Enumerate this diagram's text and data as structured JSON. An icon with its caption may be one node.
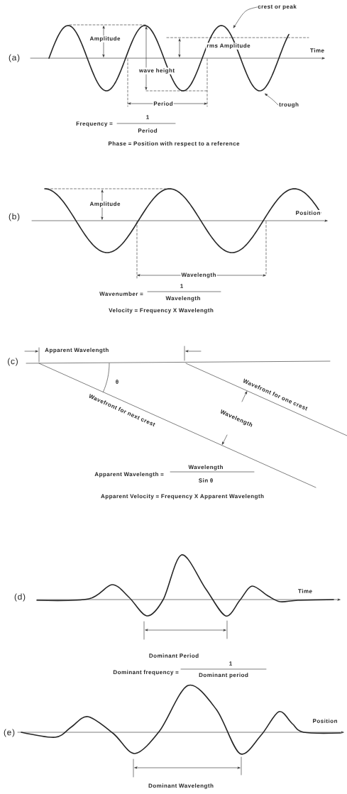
{
  "diagram": {
    "nodes": [
      {
        "text": [
          "crest or peak"
        ]
      },
      {
        "text": [
          "trough"
        ]
      },
      {
        "text": [],
        "shape": "picture"
      }
    ],
    "edges": [
      {
        "from": 0,
        "to": 2,
        "arrow": "to"
      },
      {
        "from": 1,
        "to": 2,
        "arrow": "to"
      }
    ],
    "labels": [
      "(a)",
      "Amplitude",
      "rms Amplitude",
      "Time",
      "wave height",
      "Period",
      "Frequency =",
      "1",
      "Period",
      "Phase = Position with respect to a reference",
      "(b)",
      "Amplitude",
      "Position",
      "Wavelength",
      "Wavenumber =",
      "1",
      "Wavelength",
      "Velocity = Frequency X Wavelength",
      "(c)",
      "Apparent Wavelength",
      "θ",
      "Wavefront for next crest",
      "Wavefront for one crest",
      "Wavelength",
      "Apparent Wavelength =",
      "Wavelength",
      "Sin θ",
      "Apparent Velocity = Frequency X Apparent Wavelength",
      "(d)",
      "Time",
      "Dominant Period",
      "Dominant frequency =",
      "1",
      "Dominant period",
      "(e)",
      "Position",
      "Dominant Wavelength"
    ]
  }
}
